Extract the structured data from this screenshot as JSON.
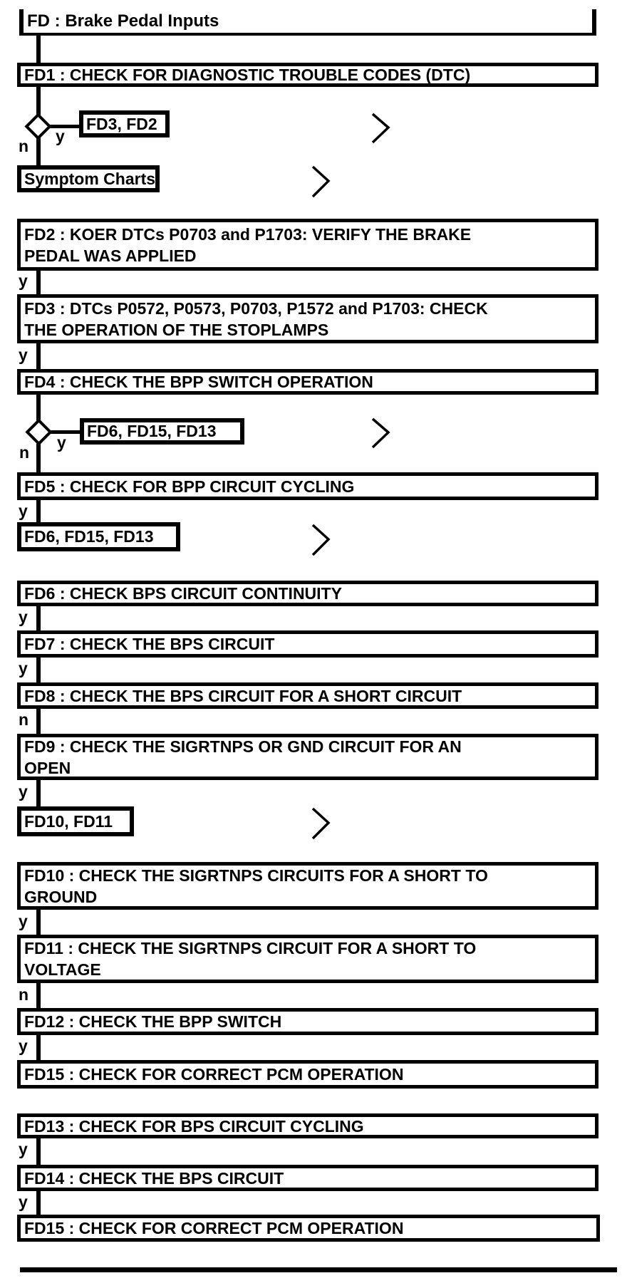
{
  "ink": "#000000",
  "background": "#ffffff",
  "flowchart": {
    "title": "FD : Brake Pedal Inputs",
    "labels": {
      "yes": "y",
      "no": "n"
    },
    "nodes": {
      "fd1": "FD1 : CHECK FOR DIAGNOSTIC TROUBLE CODES (DTC)",
      "fd2": "FD2 : KOER DTCs P0703 and P1703: VERIFY THE BRAKE\nPEDAL WAS APPLIED",
      "fd3": "FD3 : DTCs P0572, P0573, P0703, P1572 and P1703: CHECK\nTHE OPERATION OF THE STOPLAMPS",
      "fd4": "FD4 : CHECK THE BPP SWITCH OPERATION",
      "fd5": "FD5 : CHECK FOR BPP CIRCUIT CYCLING",
      "fd6": "FD6 : CHECK BPS CIRCUIT CONTINUITY",
      "fd7": "FD7 : CHECK THE BPS CIRCUIT",
      "fd8": "FD8 : CHECK THE BPS CIRCUIT FOR A SHORT CIRCUIT",
      "fd9": "FD9 : CHECK THE SIGRTNPS OR GND CIRCUIT FOR AN\nOPEN",
      "fd10": "FD10 : CHECK THE SIGRTNPS CIRCUITS FOR A SHORT TO\nGROUND",
      "fd11": "FD11 : CHECK THE SIGRTNPS CIRCUIT FOR A SHORT TO\nVOLTAGE",
      "fd12": "FD12 : CHECK THE BPP SWITCH",
      "fd13": "FD13 : CHECK FOR BPS CIRCUIT CYCLING",
      "fd14": "FD14 : CHECK THE BPS CIRCUIT",
      "fd15a": "FD15 : CHECK FOR CORRECT PCM OPERATION",
      "fd15b": "FD15 : CHECK FOR CORRECT PCM OPERATION"
    },
    "references": {
      "ref_fd3_fd2": "FD3, FD2",
      "symptom_charts": "Symptom Charts",
      "ref_fd6_fd15_fd13_a": "FD6, FD15, FD13",
      "ref_fd6_fd15_fd13_b": "FD6, FD15, FD13",
      "ref_fd10_fd11": "FD10, FD11"
    }
  }
}
